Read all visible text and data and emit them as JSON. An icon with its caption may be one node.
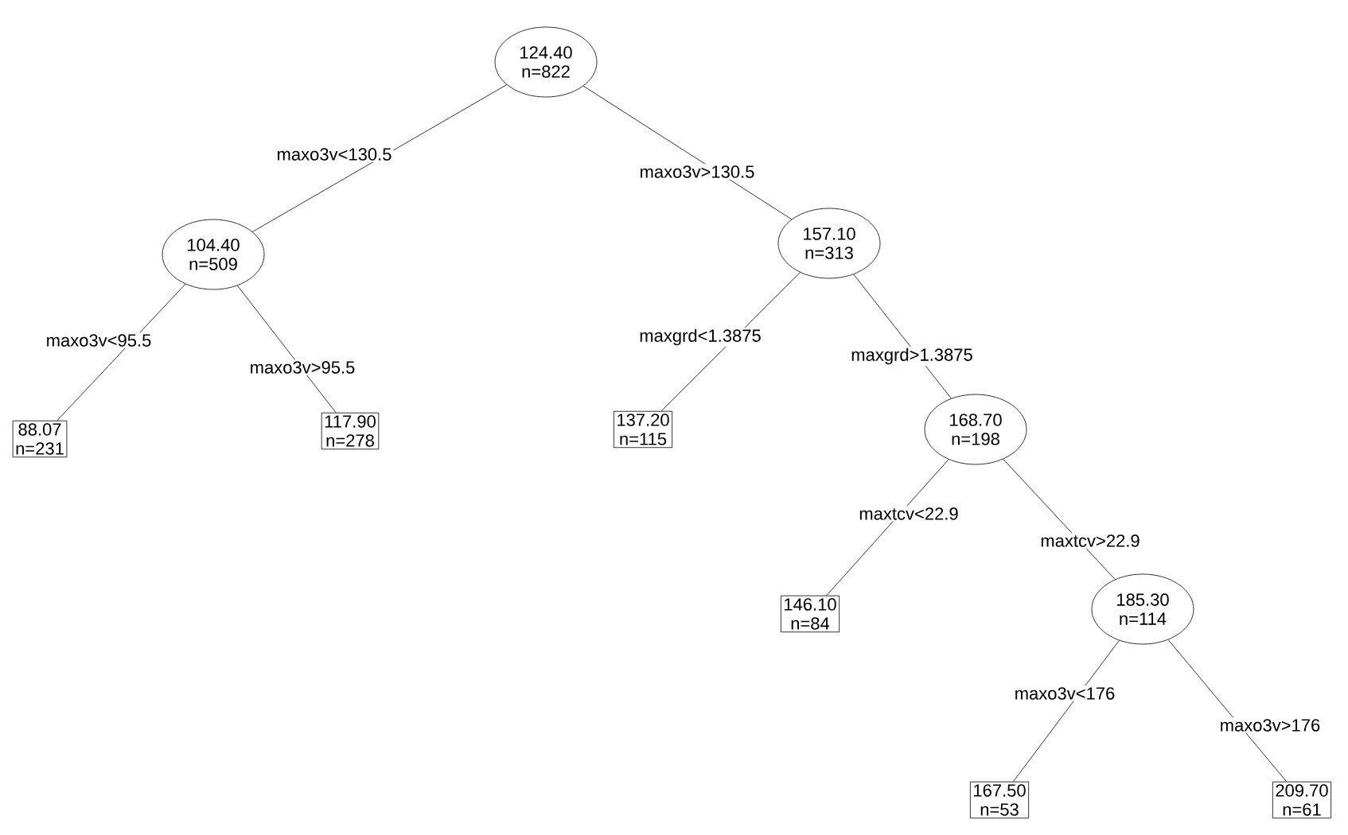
{
  "diagram": {
    "nodes": [
      {
        "text": [
          "124.40",
          "n=822"
        ]
      },
      {
        "text": [
          "104.40",
          "n=509"
        ]
      },
      {
        "text": [
          "88.07",
          "n=231"
        ]
      },
      {
        "text": [
          "117.90",
          "n=278"
        ]
      },
      {
        "text": [
          "157.10",
          "n=313"
        ]
      },
      {
        "text": [
          "137.20",
          "n=115"
        ]
      },
      {
        "text": [
          "168.70",
          "n=198"
        ]
      },
      {
        "text": [
          "146.10",
          "n=84"
        ]
      },
      {
        "text": [
          "185.30",
          "n=114"
        ]
      },
      {
        "text": [
          "167.50",
          "n=53"
        ]
      },
      {
        "text": [
          "209.70",
          "n=61"
        ]
      }
    ],
    "edges": [
      {
        "from": 0,
        "to": 1,
        "arrow": "none",
        "label": "maxo3v<130.5"
      },
      {
        "from": 0,
        "to": 4,
        "arrow": "none",
        "label": "maxo3v>130.5"
      },
      {
        "from": 1,
        "to": 2,
        "arrow": "none",
        "label": "maxo3v<95.5"
      },
      {
        "from": 1,
        "to": 3,
        "arrow": "none",
        "label": "maxo3v>95.5"
      },
      {
        "from": 4,
        "to": 5,
        "arrow": "none",
        "label": "maxgrd<1.3875"
      },
      {
        "from": 4,
        "to": 6,
        "arrow": "none",
        "label": "maxgrd>1.3875"
      },
      {
        "from": 6,
        "to": 7,
        "arrow": "none",
        "label": "maxtcv<22.9"
      },
      {
        "from": 6,
        "to": 8,
        "arrow": "none",
        "label": "maxtcv>22.9"
      },
      {
        "from": 8,
        "to": 9,
        "arrow": "none",
        "label": "maxo3v<176"
      },
      {
        "from": 8,
        "to": 10,
        "arrow": "none",
        "label": "maxo3v>176"
      }
    ]
  }
}
